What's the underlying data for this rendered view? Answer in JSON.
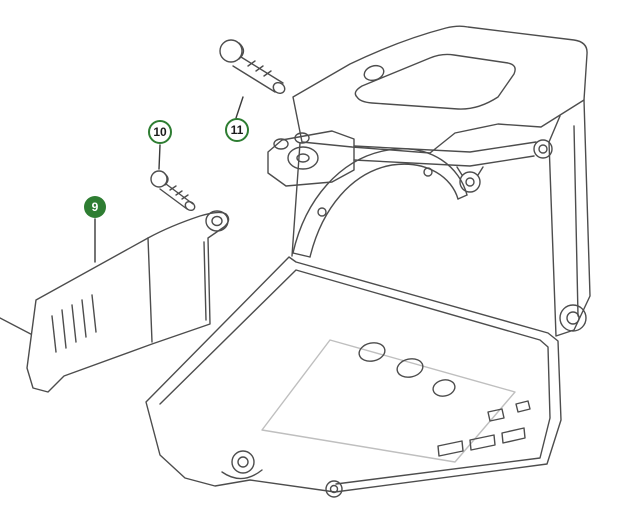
{
  "diagram": {
    "type": "exploded-parts-diagram",
    "background_color": "#ffffff",
    "line_color": "#4d4d4d",
    "accent_color": "#2e7d32",
    "callouts": [
      {
        "label": "9",
        "style": "filled",
        "part": "cover-plate"
      },
      {
        "label": "10",
        "style": "outlined",
        "part": "small-screw"
      },
      {
        "label": "11",
        "style": "outlined",
        "part": "large-bolt"
      }
    ]
  }
}
